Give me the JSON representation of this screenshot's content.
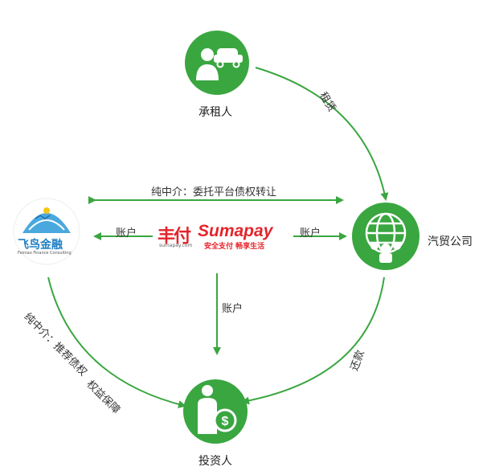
{
  "nodes": {
    "lessee": {
      "label": "承租人",
      "icon": "person-car-icon"
    },
    "auto_company": {
      "label": "汽贸公司",
      "icon": "globe-network-icon"
    },
    "investor": {
      "label": "投资人",
      "icon": "investor-dollar-icon"
    },
    "feiniao": {
      "logo_text": "飞鸟金融",
      "logo_subtext": "Feiniao Finance Consulting"
    },
    "sumapay": {
      "logo_cn": "丰付",
      "logo_en": "Sumapay",
      "url_text": "sumapay.com",
      "slogan": "安全支付  畅享生活"
    }
  },
  "edges": {
    "lease": "租赁",
    "repay": "还款",
    "transfer": "纯中介：委托平台债权转让",
    "account_left": "账户",
    "account_right": "账户",
    "account_down": "账户",
    "recommend_line1": "纯中介：推荐债权",
    "recommend_line2": "权益保障"
  },
  "colors": {
    "green": "#3aa640",
    "green_dark": "#2e8f35",
    "sumapay_red": "#e4242b",
    "feiniao_blue": "#1f7fc4"
  }
}
